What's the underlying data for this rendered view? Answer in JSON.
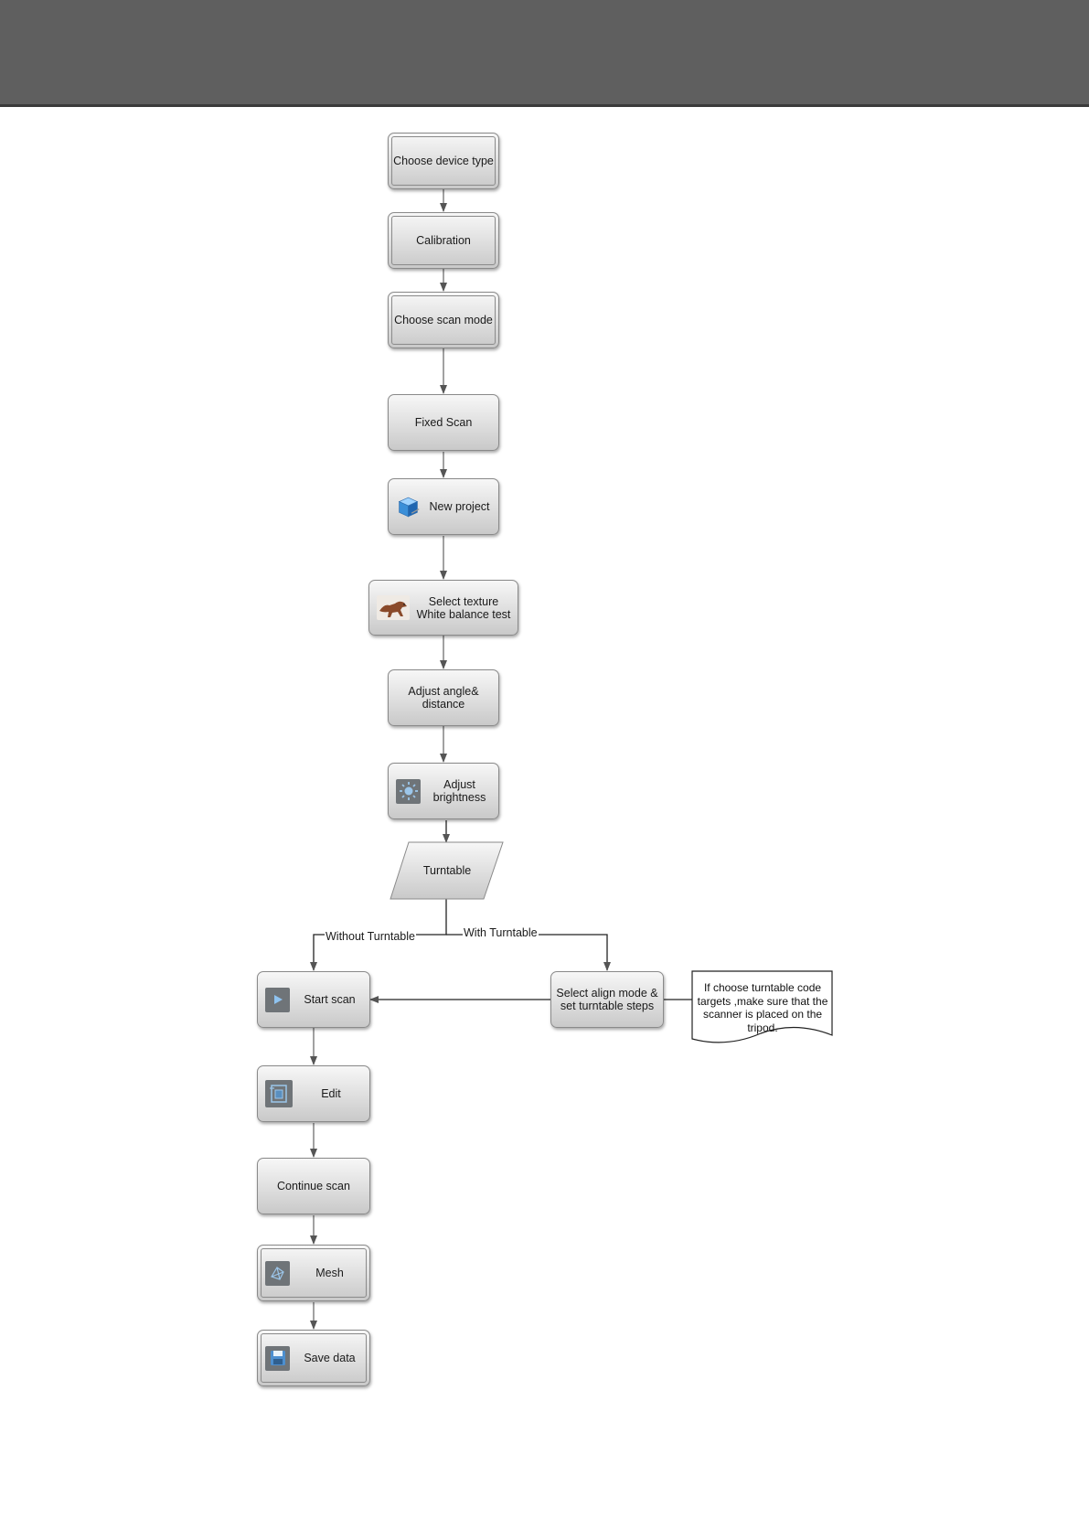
{
  "flowchart": {
    "nodes": {
      "choose_device_type": "Choose device type",
      "calibration": "Calibration",
      "choose_scan_mode": "Choose scan mode",
      "fixed_scan": "Fixed Scan",
      "new_project": "New project",
      "select_texture": [
        "Select texture",
        "White balance test"
      ],
      "adjust_angle": [
        "Adjust angle&",
        "distance"
      ],
      "adjust_brightness": [
        "Adjust",
        "brightness"
      ],
      "turntable": "Turntable",
      "start_scan": "Start scan",
      "select_align": [
        "Select align mode &",
        "set turntable steps"
      ],
      "edit": "Edit",
      "continue_scan": "Continue scan",
      "mesh": "Mesh",
      "save_data": "Save data"
    },
    "edge_labels": {
      "without_turntable": "Without Turntable",
      "with_turntable": "With Turntable"
    },
    "note": "If choose turntable code targets ,make sure that the scanner is placed on the tripod."
  },
  "icons": {
    "new_project": "cube-icon",
    "select_texture": "dinosaur-icon",
    "adjust_brightness": "sun-icon",
    "start_scan": "play-icon",
    "edit": "edit-icon",
    "mesh": "mesh-icon",
    "save_data": "floppy-disk-icon"
  },
  "colors": {
    "header": "#5f5f5f",
    "connector": "#6e6e6e",
    "node_border": "#8a8a8a",
    "icon_background": "#6f7478",
    "cube_blue": "#3b8fd8",
    "dinosaur_brown": "#8a4a2a"
  }
}
